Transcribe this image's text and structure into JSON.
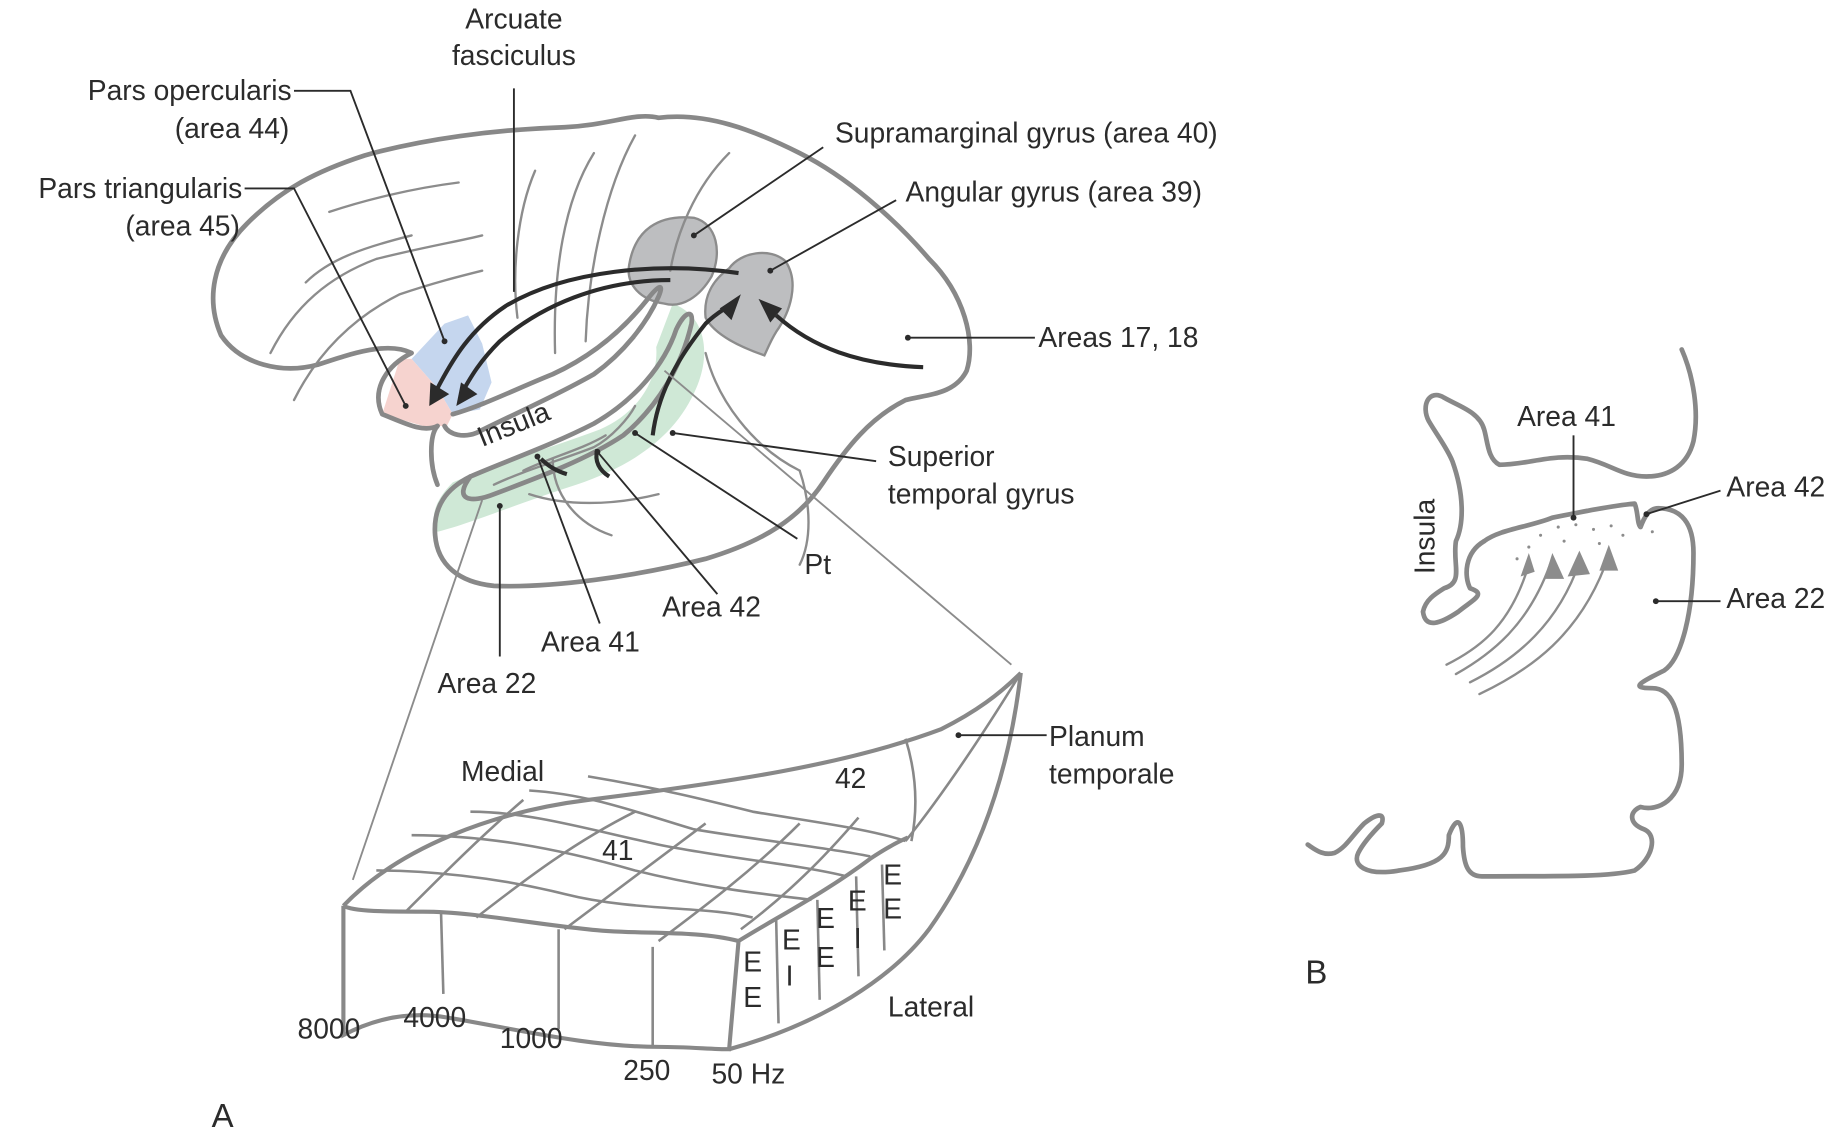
{
  "panel_a": {
    "panel_label": "A",
    "labels": {
      "arcuate_1": "Arcuate",
      "arcuate_2": "fasciculus",
      "pars_operc_1": "Pars opercularis",
      "pars_operc_2": "(area 44)",
      "pars_triang_1": "Pars triangularis",
      "pars_triang_2": "(area 45)",
      "supramarginal": "Supramarginal gyrus (area 40)",
      "angular": "Angular gyrus (area 39)",
      "areas_17_18": "Areas 17, 18",
      "insula": "Insula",
      "stg_1": "Superior",
      "stg_2": "temporal gyrus",
      "pt": "Pt",
      "area42": "Area 42",
      "area41": "Area 41",
      "area22": "Area 22"
    },
    "inset": {
      "planum_1": "Planum",
      "planum_2": "temporale",
      "medial": "Medial",
      "lateral": "Lateral",
      "region_42": "42",
      "region_41": "41",
      "frequencies": [
        "8000",
        "4000",
        "1000",
        "250",
        "50 Hz"
      ],
      "columns": [
        [
          "E",
          "E"
        ],
        [
          "E",
          "I"
        ],
        [
          "E",
          "E"
        ],
        [
          "E",
          "I"
        ],
        [
          "E",
          "E"
        ]
      ]
    },
    "region_colors": {
      "pars_opercularis": "#c5d6ee",
      "pars_triangularis": "#f6d3cf",
      "superior_temporal_gyrus": "#cfe8d6",
      "angular_supramarginal": "#bdbec0"
    }
  },
  "panel_b": {
    "panel_label": "B",
    "labels": {
      "area41": "Area 41",
      "area42": "Area 42",
      "area22": "Area 22",
      "insula": "Insula"
    }
  }
}
